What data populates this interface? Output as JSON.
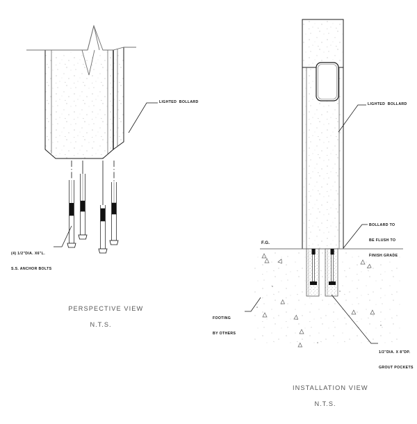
{
  "sheet": {
    "background_color": "#ffffff",
    "line_color": "#1a1a1a",
    "caption_color": "#555555",
    "hatch_color": "#777777"
  },
  "perspective_view": {
    "caption_title": "PERSPECTIVE VIEW",
    "caption_sub": "N.T.S.",
    "labels": [
      {
        "name": "lighted-bollard-callout",
        "lines": [
          "LIGHTED  BOLLARD"
        ]
      },
      {
        "name": "anchor-bolts-callout",
        "lines": [
          "(4) 1/2\"DIA. x6\"L.",
          "S.S. ANCHOR BOLTS"
        ]
      }
    ],
    "anchor_bolt_count": 4,
    "anchor_bolt_diameter": "1/2\"",
    "anchor_bolt_length": "6\"",
    "anchor_bolt_material": "S.S."
  },
  "installation_view": {
    "caption_title": "INSTALLATION VIEW",
    "caption_sub": "N.T.S.",
    "grade_label": "F.G.",
    "labels": [
      {
        "name": "lighted-bollard-callout",
        "lines": [
          "LIGHTED  BOLLARD"
        ]
      },
      {
        "name": "flush-grade-callout",
        "lines": [
          "BOLLARD TO",
          "BE FLUSH TO",
          "FINISH GRADE"
        ]
      },
      {
        "name": "footing-callout",
        "lines": [
          "FOOTING",
          "BY OTHERS"
        ]
      },
      {
        "name": "grout-pockets-callout",
        "lines": [
          "1/2\"DIA. x 8\"DP.",
          "GROUT POCKETS"
        ]
      }
    ],
    "grout_pocket_diameter": "1/2\"",
    "grout_pocket_depth": "8\""
  }
}
